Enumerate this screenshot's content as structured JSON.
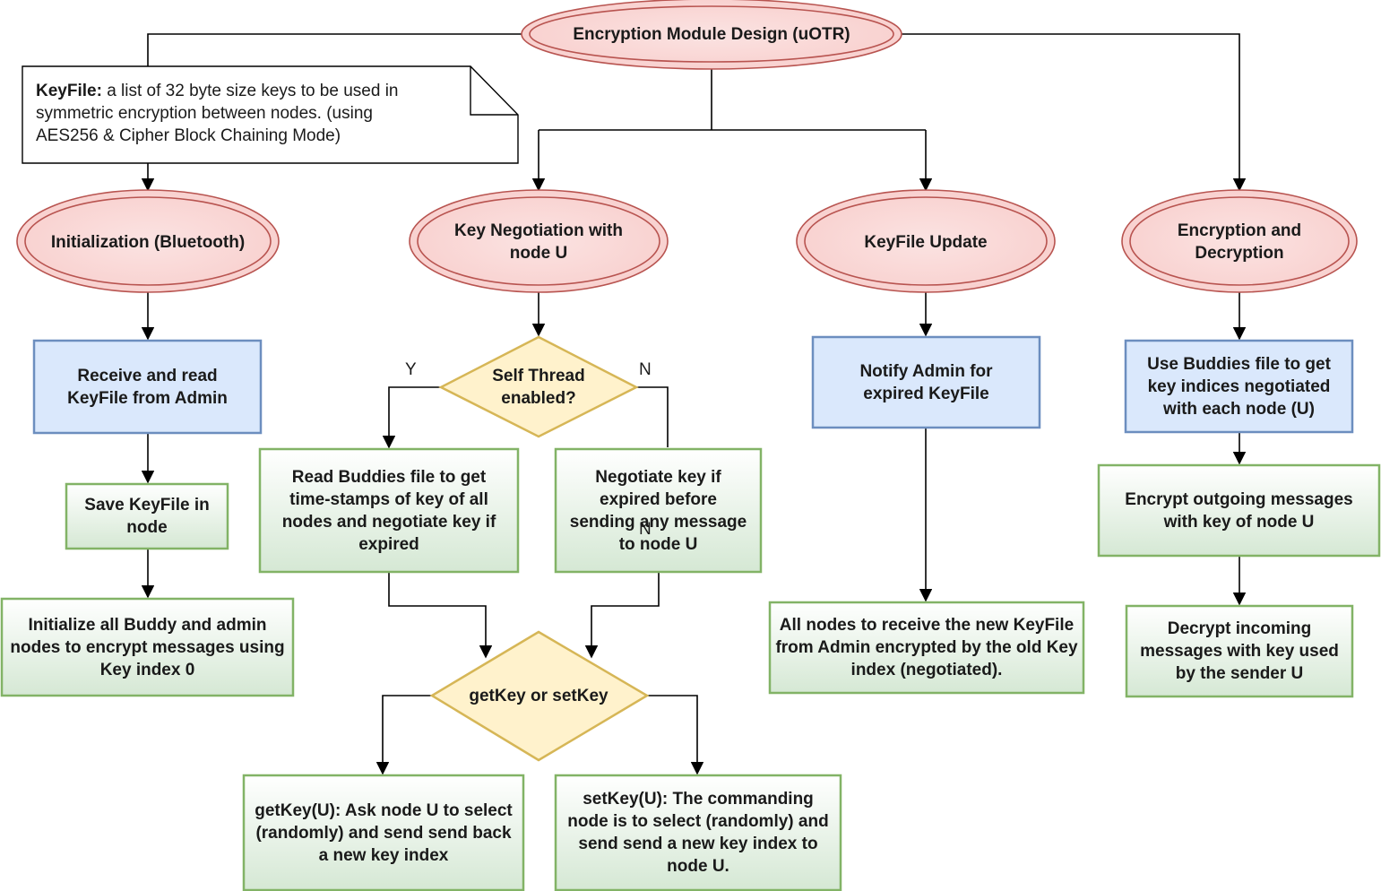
{
  "root": {
    "label": "Encryption Module Design (uOTR)"
  },
  "note": {
    "term": "KeyFile:",
    "line1": " a list of 32 byte size keys to be used in",
    "line2": "symmetric encryption between nodes.  (using",
    "line3": "AES256 & Cipher Block Chaining Mode)"
  },
  "branches": {
    "init": {
      "title": "Initialization (Bluetooth)",
      "step1": "Receive and read KeyFile from Admin",
      "step2": "Save KeyFile in node",
      "step3": "Initialize all Buddy and admin nodes to encrypt messages using Key index 0"
    },
    "negotiation": {
      "title": "Key Negotiation with node U",
      "decision": "Self Thread enabled?",
      "yes_label": "Y",
      "no_label": "N",
      "no_label_2": "N",
      "yes_step": "Read Buddies file to get time-stamps of key of all nodes and negotiate key if expired",
      "no_step": "Negotiate key if expired before sending any message to node U",
      "decision2": "getKey or setKey",
      "getkey": "getKey(U): Ask node U to select (randomly) and send send back a new key index",
      "setkey": "setKey(U): The commanding node is to select (randomly) and send send a new key index to node U."
    },
    "update": {
      "title": "KeyFile Update",
      "step1": "Notify Admin for expired KeyFile",
      "step2": "All nodes to receive the new KeyFile from Admin encrypted by the old Key index (negotiated)."
    },
    "crypto": {
      "title": "Encryption and Decryption",
      "step1": "Use Buddies file to get key indices negotiated with each node (U)",
      "step2": "Encrypt outgoing messages with key of node U",
      "step3": "Decrypt incoming messages with key used by the sender U"
    }
  },
  "colors": {
    "ellipse_fill": "#f8cecc",
    "ellipse_stroke": "#b85450",
    "blue_fill": "#dae8fc",
    "blue_stroke": "#6c8ebf",
    "green_stroke": "#82b366",
    "green_top": "#ffffff",
    "green_bottom": "#d5e8d4",
    "diamond_fill": "#fff2cc",
    "diamond_stroke": "#d6b656"
  }
}
